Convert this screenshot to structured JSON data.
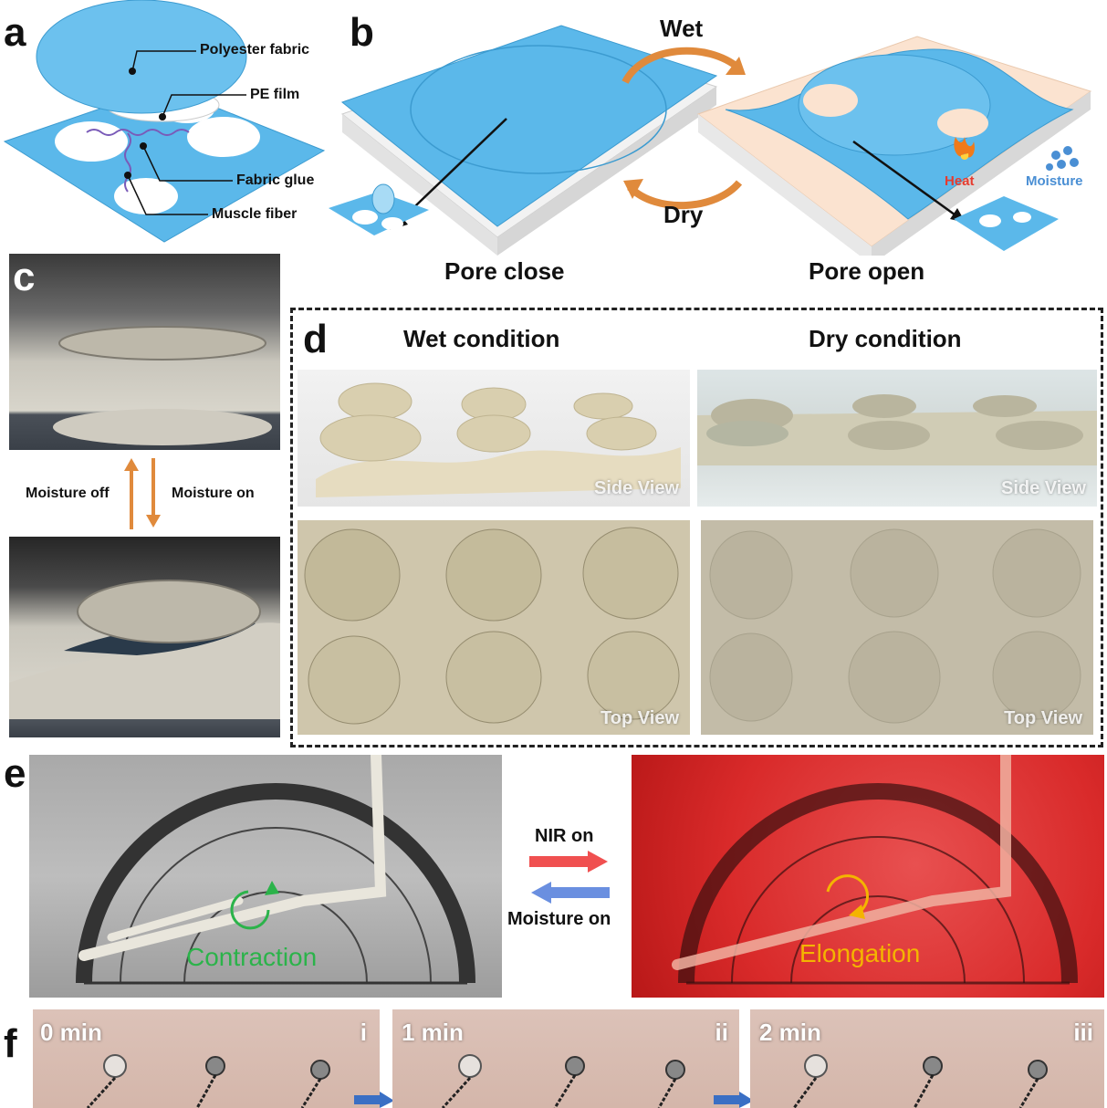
{
  "panels": {
    "a": {
      "letter": "a",
      "labels": {
        "polyester": "Polyester fabric",
        "pe_film": "PE film",
        "glue": "Fabric glue",
        "muscle": "Muscle fiber"
      }
    },
    "b": {
      "letter": "b",
      "wet": "Wet",
      "dry": "Dry",
      "pore_close": "Pore close",
      "pore_open": "Pore open",
      "heat": "Heat",
      "moisture": "Moisture"
    },
    "c": {
      "letter": "c",
      "moisture_off": "Moisture off",
      "moisture_on": "Moisture on"
    },
    "d": {
      "letter": "d",
      "wet_condition": "Wet condition",
      "dry_condition": "Dry condition",
      "side_view": "Side View",
      "top_view": "Top View"
    },
    "e": {
      "letter": "e",
      "nir_on": "NIR on",
      "moisture_on": "Moisture on",
      "contraction": "Contraction",
      "elongation": "Elongation"
    },
    "f": {
      "letter": "f",
      "frames": [
        {
          "time": "0 min",
          "roman": "i"
        },
        {
          "time": "1 min",
          "roman": "ii"
        },
        {
          "time": "2 min",
          "roman": "iii"
        }
      ]
    }
  },
  "colors": {
    "fabric_blue": "#5bb8ea",
    "arrow_orange": "#e08a3c",
    "heat_red": "#e63b2e",
    "moisture_blue": "#4a8fd4",
    "contraction_green": "#2bb34a",
    "elongation_yellow": "#f4b400"
  }
}
